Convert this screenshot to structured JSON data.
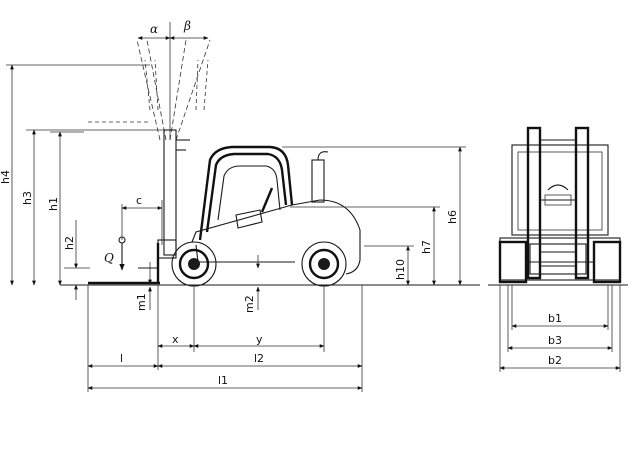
{
  "labels": {
    "alpha": "α",
    "beta": "β",
    "h4": "h4",
    "h3": "h3",
    "h1": "h1",
    "h2": "h2",
    "c": "c",
    "Q": "Q",
    "m1": "m1",
    "m2": "m2",
    "h6": "h6",
    "h7": "h7",
    "h10": "h10",
    "x": "x",
    "y": "y",
    "l": "l",
    "l2": "l2",
    "l1": "l1",
    "b1": "b1",
    "b3": "b3",
    "b2": "b2"
  }
}
